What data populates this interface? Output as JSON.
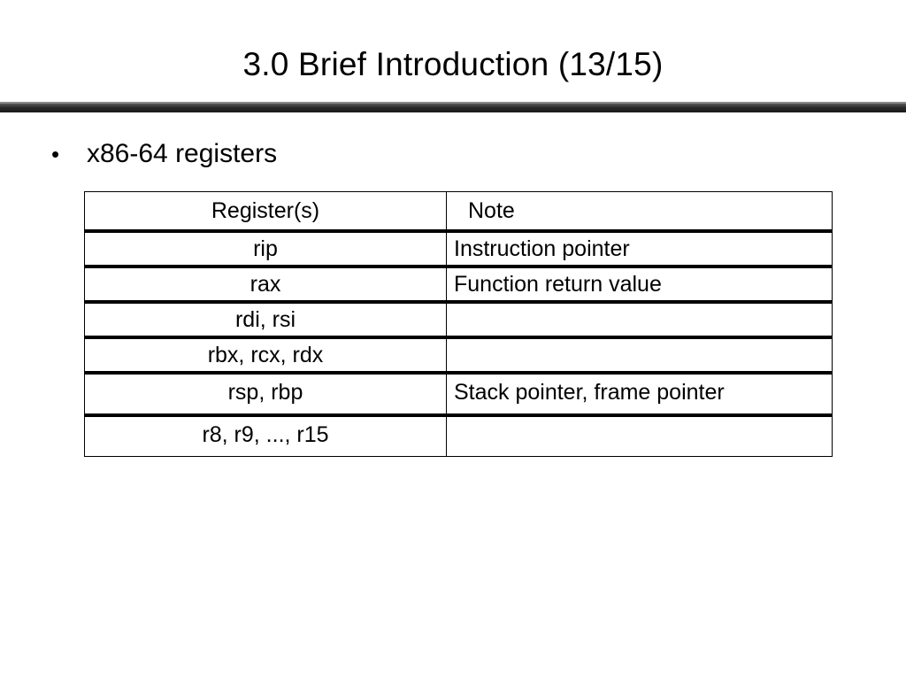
{
  "slide": {
    "title": "3.0 Brief Introduction (13/15)"
  },
  "bullet": {
    "marker": "•",
    "text": "x86-64 registers"
  },
  "table": {
    "headers": {
      "register": "Register(s)",
      "note": "Note"
    },
    "rows": [
      {
        "register": "rip",
        "note": "Instruction pointer"
      },
      {
        "register": "rax",
        "note": "Function return value"
      },
      {
        "register": "rdi, rsi",
        "note": ""
      },
      {
        "register": "rbx, rcx, rdx",
        "note": ""
      },
      {
        "register": "rsp, rbp",
        "note": "Stack pointer, frame pointer"
      },
      {
        "register": "r8, r9, ..., r15",
        "note": ""
      }
    ]
  },
  "colors": {
    "divider": "#2a2a2a",
    "text": "#000000",
    "background": "#ffffff"
  }
}
